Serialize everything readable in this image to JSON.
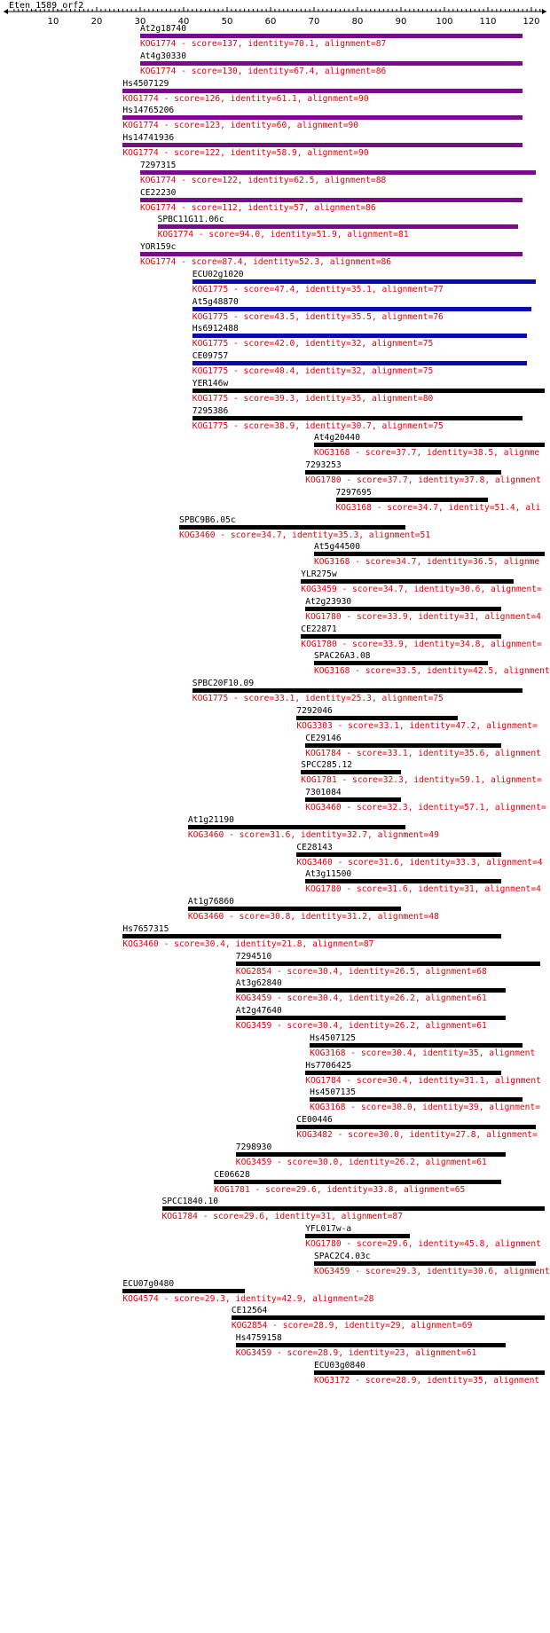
{
  "query": "Eten_1589_orf2",
  "colors": {
    "purple": "#7a0a8c",
    "blue": "#0a0ab4",
    "black": "#000000",
    "text": "#000000",
    "info": "#e8000b"
  },
  "chart_data": {
    "type": "alignment-map",
    "title": "Eten_1589_orf2",
    "xlim": [
      0,
      122
    ],
    "ticks": [
      10,
      20,
      30,
      40,
      50,
      60,
      70,
      80,
      90,
      100,
      110,
      120
    ],
    "hits": [
      {
        "name": "At2g18740",
        "kog": "KOG1774",
        "score": "137",
        "identity": "70.1",
        "alignment": "87",
        "start": 30,
        "end": 118,
        "color": "purple",
        "info": "KOG1774 - score=137, identity=70.1, alignment=87"
      },
      {
        "name": "At4g30330",
        "kog": "KOG1774",
        "score": "130",
        "identity": "67.4",
        "alignment": "86",
        "start": 30,
        "end": 118,
        "color": "purple",
        "info": "KOG1774 - score=130, identity=67.4, alignment=86"
      },
      {
        "name": "Hs4507129",
        "kog": "KOG1774",
        "score": "126",
        "identity": "61.1",
        "alignment": "90",
        "start": 26,
        "end": 118,
        "color": "purple",
        "info": "KOG1774 - score=126, identity=61.1, alignment=90"
      },
      {
        "name": "Hs14765206",
        "kog": "KOG1774",
        "score": "123",
        "identity": "60",
        "alignment": "90",
        "start": 26,
        "end": 118,
        "color": "purple",
        "info": "KOG1774 - score=123, identity=60, alignment=90"
      },
      {
        "name": "Hs14741936",
        "kog": "KOG1774",
        "score": "122",
        "identity": "58.9",
        "alignment": "90",
        "start": 26,
        "end": 118,
        "color": "purple",
        "info": "KOG1774 - score=122, identity=58.9, alignment=90"
      },
      {
        "name": "7297315",
        "kog": "KOG1774",
        "score": "122",
        "identity": "62.5",
        "alignment": "88",
        "start": 30,
        "end": 121,
        "color": "purple",
        "info": "KOG1774 - score=122, identity=62.5, alignment=88"
      },
      {
        "name": "CE22230",
        "kog": "KOG1774",
        "score": "112",
        "identity": "57",
        "alignment": "86",
        "start": 30,
        "end": 118,
        "color": "purple",
        "info": "KOG1774 - score=112, identity=57, alignment=86"
      },
      {
        "name": "SPBC11G11.06c",
        "kog": "KOG1774",
        "score": "94.0",
        "identity": "51.9",
        "alignment": "81",
        "start": 34,
        "end": 117,
        "color": "purple",
        "info": "KOG1774 - score=94.0, identity=51.9, alignment=81"
      },
      {
        "name": "YOR159c",
        "kog": "KOG1774",
        "score": "87.4",
        "identity": "52.3",
        "alignment": "86",
        "start": 30,
        "end": 118,
        "color": "purple",
        "info": "KOG1774 - score=87.4, identity=52.3, alignment=86"
      },
      {
        "name": "ECU02g1020",
        "kog": "KOG1775",
        "score": "47.4",
        "identity": "35.1",
        "alignment": "77",
        "start": 42,
        "end": 121,
        "color": "blue",
        "info": "KOG1775 - score=47.4, identity=35.1, alignment=77"
      },
      {
        "name": "At5g48870",
        "kog": "KOG1775",
        "score": "43.5",
        "identity": "35.5",
        "alignment": "76",
        "start": 42,
        "end": 120,
        "color": "blue",
        "info": "KOG1775 - score=43.5, identity=35.5, alignment=76"
      },
      {
        "name": "Hs6912488",
        "kog": "KOG1775",
        "score": "42.0",
        "identity": "32",
        "alignment": "75",
        "start": 42,
        "end": 119,
        "color": "blue",
        "info": "KOG1775 - score=42.0, identity=32, alignment=75"
      },
      {
        "name": "CE09757",
        "kog": "KOG1775",
        "score": "40.4",
        "identity": "32",
        "alignment": "75",
        "start": 42,
        "end": 119,
        "color": "blue",
        "info": "KOG1775 - score=40.4, identity=32, alignment=75"
      },
      {
        "name": "YER146w",
        "kog": "KOG1775",
        "score": "39.3",
        "identity": "35",
        "alignment": "80",
        "start": 42,
        "end": 123,
        "color": "black",
        "info": "KOG1775 - score=39.3, identity=35, alignment=80"
      },
      {
        "name": "7295386",
        "kog": "KOG1775",
        "score": "38.9",
        "identity": "30.7",
        "alignment": "75",
        "start": 42,
        "end": 118,
        "color": "black",
        "info": "KOG1775 - score=38.9, identity=30.7, alignment=75"
      },
      {
        "name": "At4g20440",
        "kog": "KOG3168",
        "score": "37.7",
        "identity": "38.5",
        "alignment": "",
        "start": 70,
        "end": 123,
        "color": "black",
        "info": "KOG3168 - score=37.7, identity=38.5, alignme"
      },
      {
        "name": "7293253",
        "kog": "KOG1780",
        "score": "37.7",
        "identity": "37.8",
        "alignment": "",
        "start": 68,
        "end": 113,
        "color": "black",
        "info": "KOG1780 - score=37.7, identity=37.8, alignment"
      },
      {
        "name": "7297695",
        "kog": "KOG3168",
        "score": "34.7",
        "identity": "51.4",
        "alignment": "",
        "start": 75,
        "end": 110,
        "color": "black",
        "info": "KOG3168 - score=34.7, identity=51.4, ali"
      },
      {
        "name": "SPBC9B6.05c",
        "kog": "KOG3460",
        "score": "34.7",
        "identity": "35.3",
        "alignment": "51",
        "start": 39,
        "end": 91,
        "color": "black",
        "info": "KOG3460 - score=34.7, identity=35.3, alignment=51"
      },
      {
        "name": "At5g44500",
        "kog": "KOG3168",
        "score": "34.7",
        "identity": "36.5",
        "alignment": "",
        "start": 70,
        "end": 123,
        "color": "black",
        "info": "KOG3168 - score=34.7, identity=36.5, alignme"
      },
      {
        "name": "YLR275w",
        "kog": "KOG3459",
        "score": "34.7",
        "identity": "30.6",
        "alignment": "",
        "start": 67,
        "end": 116,
        "color": "black",
        "info": "KOG3459 - score=34.7, identity=30.6, alignment="
      },
      {
        "name": "At2g23930",
        "kog": "KOG1780",
        "score": "33.9",
        "identity": "31",
        "alignment": "",
        "start": 68,
        "end": 113,
        "color": "black",
        "info": "KOG1780 - score=33.9, identity=31, alignment=4"
      },
      {
        "name": "CE22871",
        "kog": "KOG1780",
        "score": "33.9",
        "identity": "34.8",
        "alignment": "",
        "start": 67,
        "end": 113,
        "color": "black",
        "info": "KOG1780 - score=33.9, identity=34.8, alignment="
      },
      {
        "name": "SPAC26A3.08",
        "kog": "KOG3168",
        "score": "33.5",
        "identity": "42.5",
        "alignment": "",
        "start": 70,
        "end": 110,
        "color": "black",
        "info": "KOG3168 - score=33.5, identity=42.5, alignment"
      },
      {
        "name": "SPBC20F10.09",
        "kog": "KOG1775",
        "score": "33.1",
        "identity": "25.3",
        "alignment": "75",
        "start": 42,
        "end": 118,
        "color": "black",
        "info": "KOG1775 - score=33.1, identity=25.3, alignment=75"
      },
      {
        "name": "7292046",
        "kog": "KOG3303",
        "score": "33.1",
        "identity": "47.2",
        "alignment": "",
        "start": 66,
        "end": 103,
        "color": "black",
        "info": "KOG3303 - score=33.1, identity=47.2, alignment="
      },
      {
        "name": "CE29146",
        "kog": "KOG1784",
        "score": "33.1",
        "identity": "35.6",
        "alignment": "",
        "start": 68,
        "end": 113,
        "color": "black",
        "info": "KOG1784 - score=33.1, identity=35.6, alignment"
      },
      {
        "name": "SPCC285.12",
        "kog": "KOG1781",
        "score": "32.3",
        "identity": "59.1",
        "alignment": "",
        "start": 67,
        "end": 90,
        "color": "black",
        "info": "KOG1781 - score=32.3, identity=59.1, alignment="
      },
      {
        "name": "7301084",
        "kog": "KOG3460",
        "score": "32.3",
        "identity": "57.1",
        "alignment": "",
        "start": 68,
        "end": 90,
        "color": "black",
        "info": "KOG3460 - score=32.3, identity=57.1, alignment="
      },
      {
        "name": "At1g21190",
        "kog": "KOG3460",
        "score": "31.6",
        "identity": "32.7",
        "alignment": "49",
        "start": 41,
        "end": 91,
        "color": "black",
        "info": "KOG3460 - score=31.6, identity=32.7, alignment=49"
      },
      {
        "name": "CE28143",
        "kog": "KOG3460",
        "score": "31.6",
        "identity": "33.3",
        "alignment": "",
        "start": 66,
        "end": 113,
        "color": "black",
        "info": "KOG3460 - score=31.6, identity=33.3, alignment=4"
      },
      {
        "name": "At3g11500",
        "kog": "KOG1780",
        "score": "31.6",
        "identity": "31",
        "alignment": "",
        "start": 68,
        "end": 113,
        "color": "black",
        "info": "KOG1780 - score=31.6, identity=31, alignment=4"
      },
      {
        "name": "At1g76860",
        "kog": "KOG3460",
        "score": "30.8",
        "identity": "31.2",
        "alignment": "48",
        "start": 41,
        "end": 90,
        "color": "black",
        "info": "KOG3460 - score=30.8, identity=31.2, alignment=48"
      },
      {
        "name": "Hs7657315",
        "kog": "KOG3460",
        "score": "30.4",
        "identity": "21.8",
        "alignment": "87",
        "start": 26,
        "end": 113,
        "color": "black",
        "info": "KOG3460 - score=30.4, identity=21.8, alignment=87"
      },
      {
        "name": "7294510",
        "kog": "KOG2854",
        "score": "30.4",
        "identity": "26.5",
        "alignment": "68",
        "start": 52,
        "end": 122,
        "color": "black",
        "info": "KOG2854 - score=30.4, identity=26.5, alignment=68"
      },
      {
        "name": "At3g62840",
        "kog": "KOG3459",
        "score": "30.4",
        "identity": "26.2",
        "alignment": "61",
        "start": 52,
        "end": 114,
        "color": "black",
        "info": "KOG3459 - score=30.4, identity=26.2, alignment=61"
      },
      {
        "name": "At2g47640",
        "kog": "KOG3459",
        "score": "30.4",
        "identity": "26.2",
        "alignment": "61",
        "start": 52,
        "end": 114,
        "color": "black",
        "info": "KOG3459 - score=30.4, identity=26.2, alignment=61"
      },
      {
        "name": "Hs4507125",
        "kog": "KOG3168",
        "score": "30.4",
        "identity": "35",
        "alignment": "",
        "start": 69,
        "end": 118,
        "color": "black",
        "info": "KOG3168 - score=30.4, identity=35, alignment"
      },
      {
        "name": "Hs7706425",
        "kog": "KOG1784",
        "score": "30.4",
        "identity": "31.1",
        "alignment": "",
        "start": 68,
        "end": 113,
        "color": "black",
        "info": "KOG1784 - score=30.4, identity=31.1, alignment"
      },
      {
        "name": "Hs4507135",
        "kog": "KOG3168",
        "score": "30.0",
        "identity": "39",
        "alignment": "",
        "start": 69,
        "end": 118,
        "color": "black",
        "info": "KOG3168 - score=30.0, identity=39, alignment="
      },
      {
        "name": "CE00446",
        "kog": "KOG3482",
        "score": "30.0",
        "identity": "27.8",
        "alignment": "",
        "start": 66,
        "end": 121,
        "color": "black",
        "info": "KOG3482 - score=30.0, identity=27.8, alignment="
      },
      {
        "name": "7298930",
        "kog": "KOG3459",
        "score": "30.0",
        "identity": "26.2",
        "alignment": "61",
        "start": 52,
        "end": 114,
        "color": "black",
        "info": "KOG3459 - score=30.0, identity=26.2, alignment=61"
      },
      {
        "name": "CE06628",
        "kog": "KOG1781",
        "score": "29.6",
        "identity": "33.8",
        "alignment": "65",
        "start": 47,
        "end": 113,
        "color": "black",
        "info": "KOG1781 - score=29.6, identity=33.8, alignment=65"
      },
      {
        "name": "SPCC1840.10",
        "kog": "KOG1784",
        "score": "29.6",
        "identity": "31",
        "alignment": "87",
        "start": 35,
        "end": 123,
        "color": "black",
        "info": "KOG1784 - score=29.6, identity=31, alignment=87"
      },
      {
        "name": "YFL017w-a",
        "kog": "KOG1780",
        "score": "29.6",
        "identity": "45.8",
        "alignment": "",
        "start": 68,
        "end": 92,
        "color": "black",
        "info": "KOG1780 - score=29.6, identity=45.8, alignment"
      },
      {
        "name": "SPAC2C4.03c",
        "kog": "KOG3459",
        "score": "29.3",
        "identity": "30.6",
        "alignment": "",
        "start": 70,
        "end": 121,
        "color": "black",
        "info": "KOG3459 - score=29.3, identity=30.6, alignment"
      },
      {
        "name": "ECU07g0480",
        "kog": "KOG4574",
        "score": "29.3",
        "identity": "42.9",
        "alignment": "28",
        "start": 26,
        "end": 54,
        "color": "black",
        "info": "KOG4574 - score=29.3, identity=42.9, alignment=28"
      },
      {
        "name": "CE12564",
        "kog": "KOG2854",
        "score": "28.9",
        "identity": "29",
        "alignment": "69",
        "start": 51,
        "end": 123,
        "color": "black",
        "info": "KOG2854 - score=28.9, identity=29, alignment=69"
      },
      {
        "name": "Hs4759158",
        "kog": "KOG3459",
        "score": "28.9",
        "identity": "23",
        "alignment": "61",
        "start": 52,
        "end": 114,
        "color": "black",
        "info": "KOG3459 - score=28.9, identity=23, alignment=61"
      },
      {
        "name": "ECU03g0840",
        "kog": "KOG3172",
        "score": "28.9",
        "identity": "35",
        "alignment": "",
        "start": 70,
        "end": 123,
        "color": "black",
        "info": "KOG3172 - score=28.9, identity=35, alignment"
      }
    ]
  }
}
